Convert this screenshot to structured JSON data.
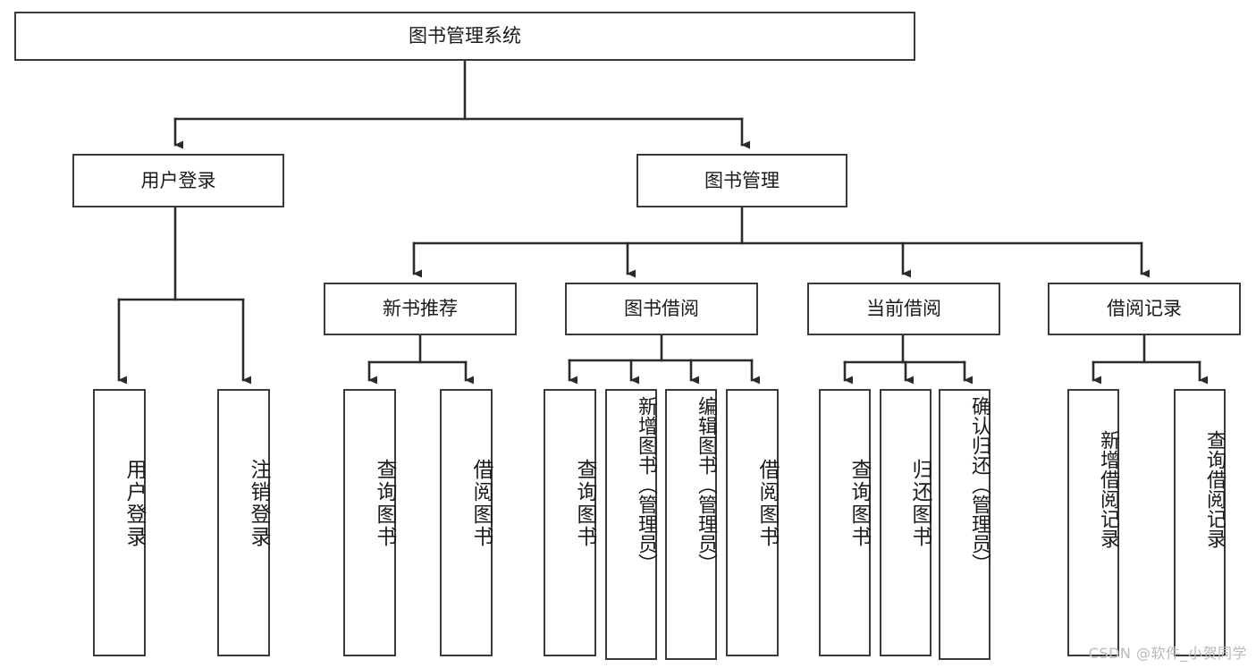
{
  "diagram": {
    "type": "tree-hierarchy",
    "title": "图书管理系统",
    "orientation": "top-down",
    "colors": {
      "box_border": "#3a3a3a",
      "box_fill": "#ffffff",
      "edge": "#2b2b2b",
      "text": "#1b1b1b",
      "watermark": "#b9b9b9"
    },
    "root": {
      "id": "root",
      "label": "图书管理系统",
      "text_direction": "horizontal"
    },
    "level2": [
      {
        "id": "user-login",
        "label": "用户登录",
        "text_direction": "horizontal"
      },
      {
        "id": "book-management",
        "label": "图书管理",
        "text_direction": "horizontal"
      }
    ],
    "level3": [
      {
        "id": "new-book-recommend",
        "label": "新书推荐",
        "text_direction": "horizontal",
        "parent": "book-management"
      },
      {
        "id": "book-borrow",
        "label": "图书借阅",
        "text_direction": "horizontal",
        "parent": "book-management"
      },
      {
        "id": "current-borrow",
        "label": "当前借阅",
        "text_direction": "horizontal",
        "parent": "book-management"
      },
      {
        "id": "borrow-record",
        "label": "借阅记录",
        "text_direction": "horizontal",
        "parent": "book-management"
      }
    ],
    "leaves": [
      {
        "id": "leaf-user-login",
        "label": "用户登录",
        "text_direction": "vertical",
        "parent": "user-login"
      },
      {
        "id": "leaf-logout",
        "label": "注销登录",
        "text_direction": "vertical",
        "parent": "user-login"
      },
      {
        "id": "leaf-query-book-1",
        "label": "查询图书",
        "text_direction": "vertical",
        "parent": "new-book-recommend"
      },
      {
        "id": "leaf-borrow-book-1",
        "label": "借阅图书",
        "text_direction": "vertical",
        "parent": "new-book-recommend"
      },
      {
        "id": "leaf-query-book-2",
        "label": "查询图书",
        "text_direction": "vertical",
        "parent": "book-borrow"
      },
      {
        "id": "leaf-add-book",
        "label": "新增图书（管理员）",
        "text_direction": "vertical",
        "parent": "book-borrow"
      },
      {
        "id": "leaf-edit-book",
        "label": "编辑图书（管理员）",
        "text_direction": "vertical",
        "parent": "book-borrow"
      },
      {
        "id": "leaf-borrow-book-2",
        "label": "借阅图书",
        "text_direction": "vertical",
        "parent": "book-borrow"
      },
      {
        "id": "leaf-query-book-3",
        "label": "查询图书",
        "text_direction": "vertical",
        "parent": "current-borrow"
      },
      {
        "id": "leaf-return-book",
        "label": "归还图书",
        "text_direction": "vertical",
        "parent": "current-borrow"
      },
      {
        "id": "leaf-confirm-return",
        "label": "确认归还（管理员）",
        "text_direction": "vertical",
        "parent": "current-borrow"
      },
      {
        "id": "leaf-add-record",
        "label": "新增借阅记录",
        "text_direction": "vertical",
        "parent": "borrow-record"
      },
      {
        "id": "leaf-query-record",
        "label": "查询借阅记录",
        "text_direction": "vertical",
        "parent": "borrow-record"
      }
    ],
    "watermark": "CSDN @软件_小贺同学"
  }
}
